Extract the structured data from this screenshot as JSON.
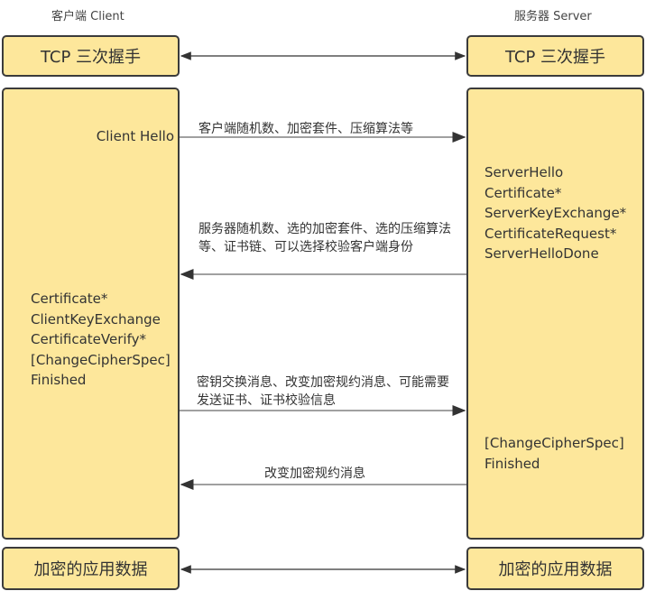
{
  "headers": {
    "client": "客户端 Client",
    "server": "服务器 Server"
  },
  "tcp": {
    "client": "TCP 三次握手",
    "server": "TCP 三次握手"
  },
  "client_hello": "Client Hello",
  "messages": {
    "m1": "客户端随机数、加密套件、压缩算法等",
    "m2": "服务器随机数、选的加密套件、选的压缩算法等、证书链、可以选择校验客户端身份",
    "m3": "密钥交换消息、改变加密规约消息、可能需要发送证书、证书校验信息",
    "m4": "改变加密规约消息"
  },
  "server_list1": [
    "ServerHello",
    "Certificate*",
    "ServerKeyExchange*",
    "CertificateRequest*",
    "ServerHelloDone"
  ],
  "client_list": [
    "Certificate*",
    "ClientKeyExchange",
    "CertificateVerify*",
    "[ChangeCipherSpec]",
    "Finished"
  ],
  "server_list2": [
    "[ChangeCipherSpec]",
    "Finished"
  ],
  "app": {
    "client": "加密的应用数据",
    "server": "加密的应用数据"
  },
  "colors": {
    "box_fill": "#fde79b",
    "border": "#3b3b3b",
    "arrow": "#808080"
  }
}
